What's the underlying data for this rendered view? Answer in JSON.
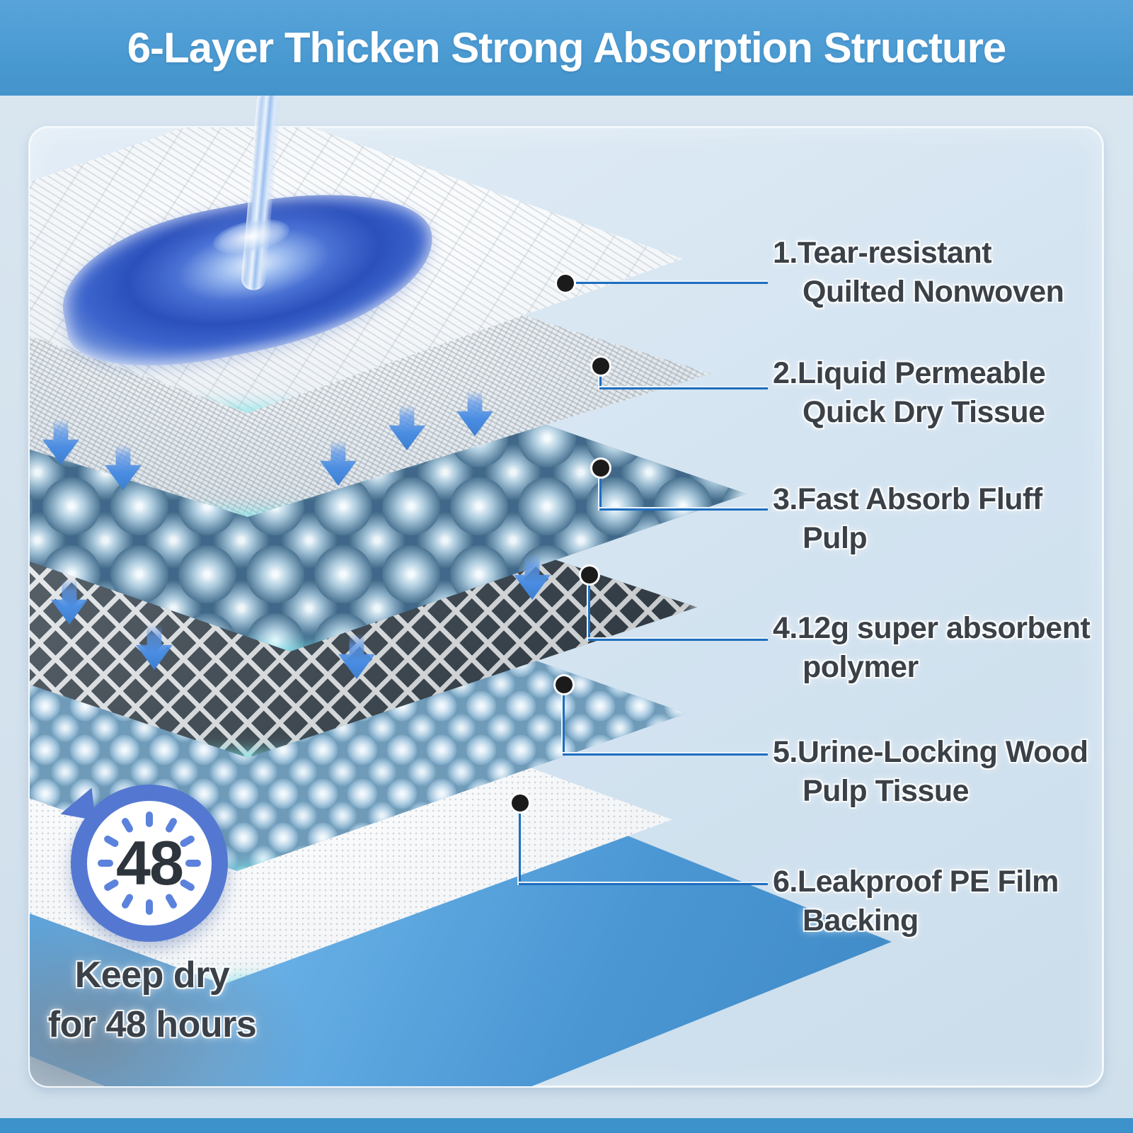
{
  "title": "6-Layer Thicken Strong Absorption Structure",
  "labels": [
    {
      "line1": "1.Tear-resistant",
      "line2": "Quilted Nonwoven"
    },
    {
      "line1": "2.Liquid Permeable",
      "line2": "Quick Dry Tissue"
    },
    {
      "line1": "3.Fast Absorb Fluff",
      "line2": "Pulp"
    },
    {
      "line1": "4.12g super absorbent",
      "line2": "polymer"
    },
    {
      "line1": "5.Urine-Locking Wood",
      "line2": "Pulp Tissue"
    },
    {
      "line1": "6.Leakproof PE Film",
      "line2": "Backing"
    }
  ],
  "badge": {
    "number": "48",
    "caption_line1": "Keep dry",
    "caption_line2": "for 48 hours"
  },
  "layers": [
    "quilted-nonwoven-top-sheet",
    "quick-dry-tissue",
    "fluff-pulp-ball-layer",
    "absorbent-mesh-layer",
    "polymer-capsule-layer",
    "wood-pulp-tissue",
    "leakproof-pe-film"
  ],
  "icons": {
    "timer": "clock-timer-icon",
    "arrow": "down-arrow-icon",
    "callout": "callout-dot"
  },
  "colors": {
    "banner_blue": "#4a9ad2",
    "bottom_strip_blue": "#3e92cb",
    "panel_bg": "#d4e4f1",
    "label_text": "#3a4148",
    "leader_line_blue": "#1e6ebf",
    "arrow_blue": "#4a8de2",
    "film_blue": "#55a1dc",
    "water_blue": "#2b50bc",
    "timer_ring_blue": "#5478d2",
    "title_text": "#ffffff"
  }
}
